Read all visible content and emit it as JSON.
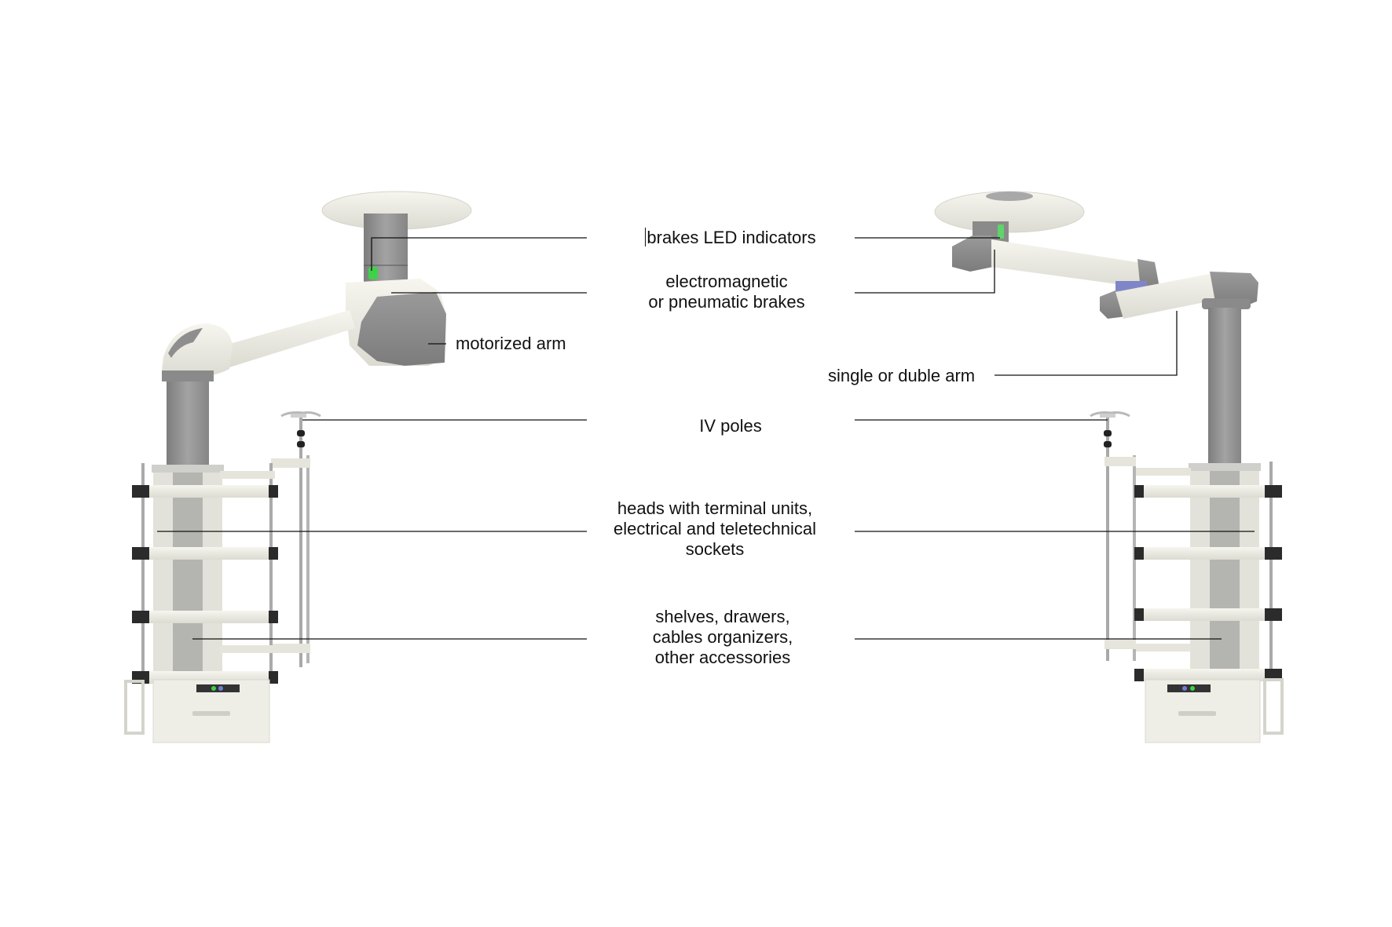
{
  "diagram": {
    "subject": "ceiling-mounted medical supply pendants (left: motorized arm unit, right: double arm unit)",
    "colors": {
      "background": "#ffffff",
      "body_white": "#ecebe3",
      "body_gray": "#8d8d8d",
      "column_gray": "#9a9a9a",
      "led_green": "#3fd14a",
      "led_blue": "#6f7fd8",
      "leader_line": "#111111"
    },
    "labels": {
      "brakes_led": {
        "lines": [
          "brakes LED indicators"
        ]
      },
      "brakes": {
        "lines": [
          "electromagnetic",
          "or pneumatic brakes"
        ]
      },
      "motorized_arm": {
        "lines": [
          "motorized arm"
        ]
      },
      "single_double_arm": {
        "lines": [
          "single or duble arm"
        ]
      },
      "iv_poles": {
        "lines": [
          "IV poles"
        ]
      },
      "heads": {
        "lines": [
          "heads with terminal units,",
          "electrical and teletechnical",
          "sockets"
        ]
      },
      "shelves": {
        "lines": [
          "shelves, drawers,",
          "cables organizers,",
          "other accessories"
        ]
      }
    }
  }
}
